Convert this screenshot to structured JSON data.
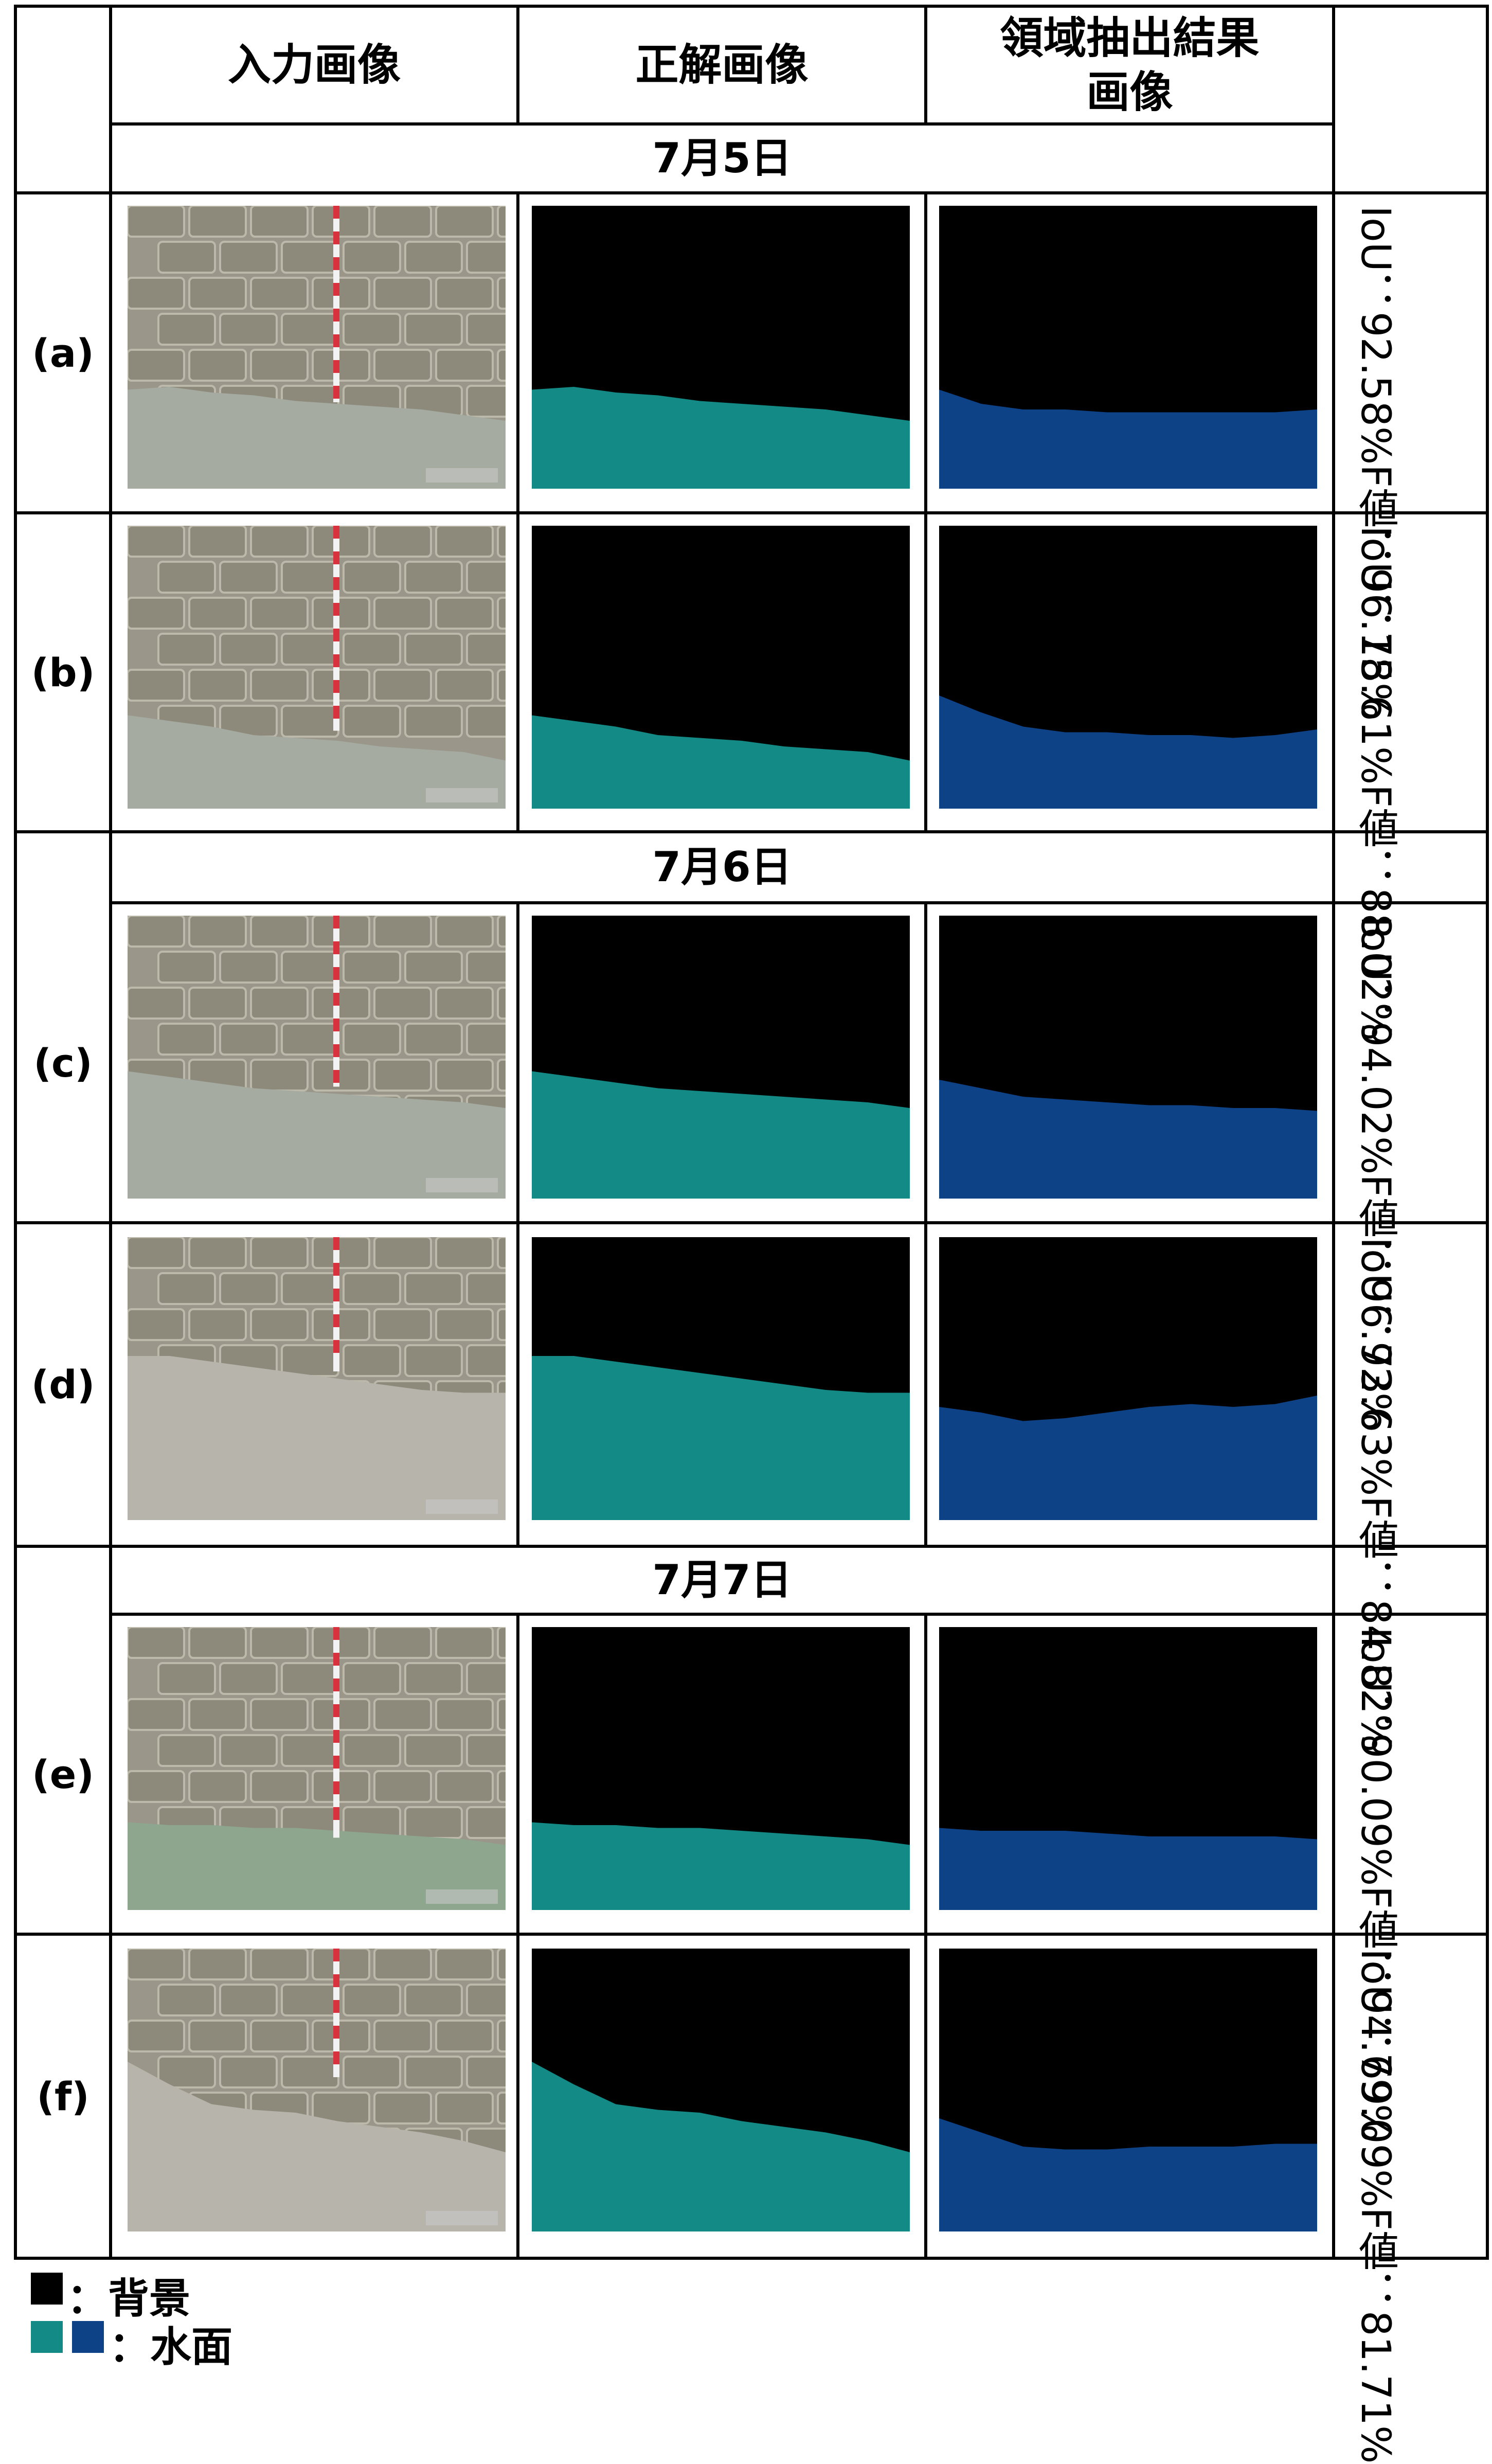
{
  "headers": {
    "input": "入力画像",
    "gt": "正解画像",
    "result_line1": "領域抽出結果",
    "result_line2": "画像"
  },
  "dates": [
    "7月5日",
    "7月6日",
    "7月7日"
  ],
  "rows": [
    {
      "label": "(a)",
      "iou": "IoU：92.58%",
      "f": "F値：96.15%"
    },
    {
      "label": "(b)",
      "iou": "IoU：78.61%",
      "f": "F値：88.02%"
    },
    {
      "label": "(c)",
      "iou": "IoU：94.02%",
      "f": "F値：96.92%"
    },
    {
      "label": "(d)",
      "iou": "IoU：73.63%",
      "f": "F値：84.82%"
    },
    {
      "label": "(e)",
      "iou": "IoU：90.09%",
      "f": "F値：94.79%"
    },
    {
      "label": "(f)",
      "iou": "IoU：69.09%",
      "f": "F値：81.71%"
    }
  ],
  "legend": {
    "background": "：背景",
    "water": "：水面"
  },
  "colors": {
    "background": "#000000",
    "gt_water": "#138a86",
    "result_water": "#0d4287"
  }
}
